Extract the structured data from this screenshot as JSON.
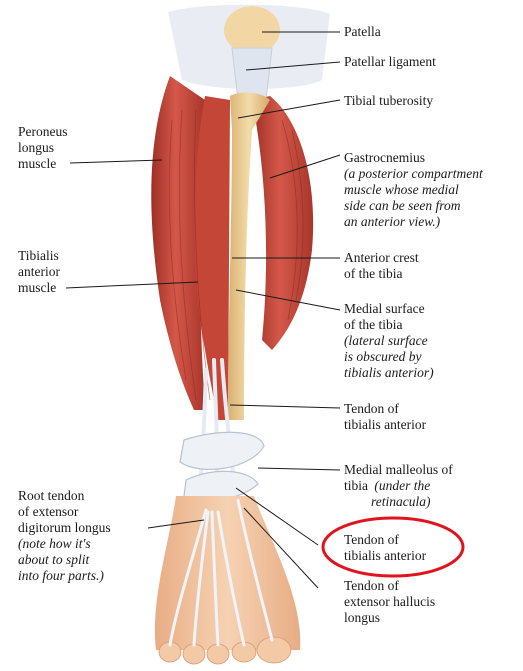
{
  "labels": {
    "patella": "Patella",
    "patellar_ligament": "Patellar ligament",
    "tibial_tuberosity": "Tibial tuberosity",
    "peroneus_longus": "Peroneus\nlongus\nmuscle",
    "gastrocnemius": "Gastrocnemius",
    "gastrocnemius_note": "(a posterior compartment\nmuscle whose medial\nside can be seen from\nan anterior view.)",
    "tibialis_anterior_muscle": "Tibialis\nanterior\nmuscle",
    "anterior_crest": "Anterior crest\nof the tibia",
    "medial_surface": "Medial surface\nof the tibia",
    "medial_surface_note": "(lateral surface\nis obscured by\ntibialis anterior)",
    "tendon_tibialis_anterior_upper": "Tendon of\ntibialis anterior",
    "medial_malleolus": "Medial malleolus of\ntibia",
    "medial_malleolus_note": " (under the\nretinacula)",
    "root_tendon": "Root tendon\nof extensor\ndigitorum longus",
    "root_tendon_note": "(note how it's\nabout to split\ninto four parts.)",
    "tendon_tibialis_anterior_lower": "Tendon of\ntibialis anterior",
    "tendon_extensor_hallucis": "Tendon of\nextensor hallucis\nlongus"
  },
  "colors": {
    "muscle": "#c8483a",
    "muscle_dark": "#9e2f25",
    "bone": "#e9c98f",
    "tendon": "#e4e8f0",
    "skin": "#f3c9a4",
    "highlight": "#e0141e"
  }
}
